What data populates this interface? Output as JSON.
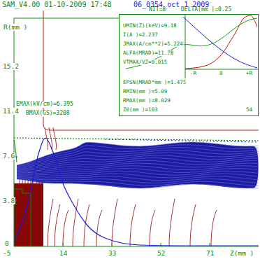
{
  "diagram": {
    "nodes": [
      {
        "text": [
          "UMIN(Z)(keV)=9.18",
          "I(A )=2.237",
          "JMAX(A/cm**2)=5.224",
          "ALFA(MRAD)=11.78",
          "VTMAX/VZ=0.015",
          "-R",
          "0",
          "+R",
          "EPSN(MRAD*mm )=1.475",
          "RMIN(mm )=5.09",
          "RMAX(mm )=8.029",
          "Z0(mm )=103",
          "54"
        ]
      }
    ],
    "labels": [
      "SAM_V4.00 01-10-2009 17:48",
      "06_0354_oct_1_2009",
      "NIT=8",
      "DELTA(mm )=0.25",
      "R(mm )",
      "15.2",
      "11.4",
      "7.6",
      "3.8",
      "0",
      "-5",
      "14",
      "33",
      "52",
      "71",
      "Z(mm )",
      "EMAX(kV/cm)=6.395",
      "BMAX(GS)=3208"
    ]
  }
}
